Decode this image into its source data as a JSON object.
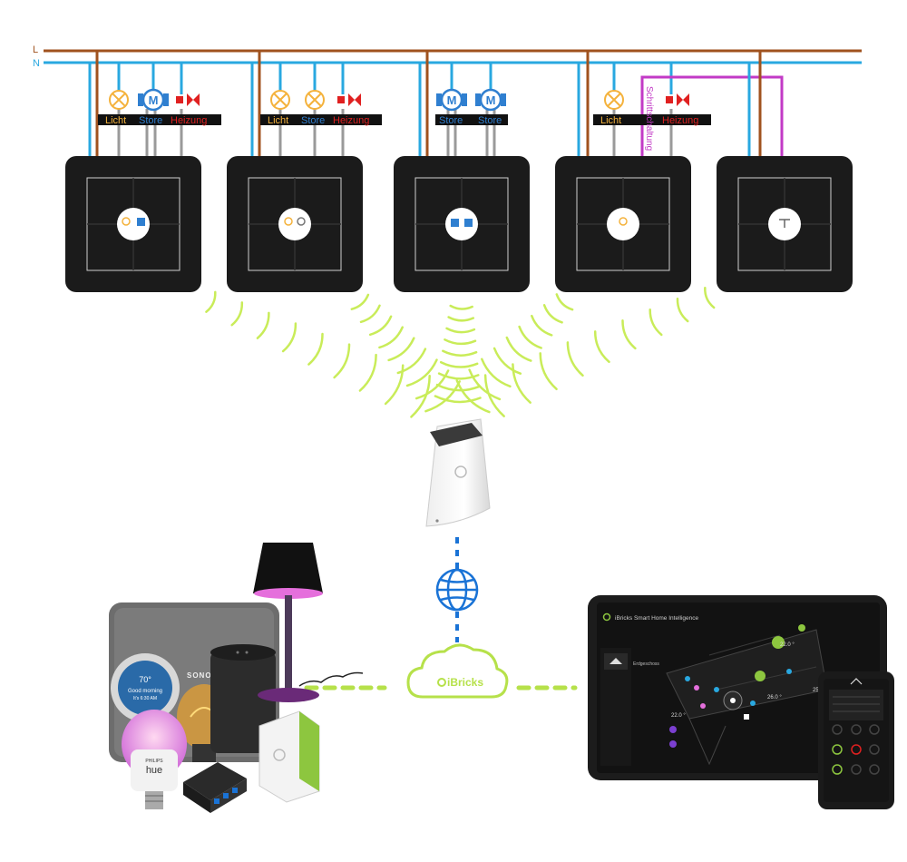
{
  "wires": {
    "line_label": "L",
    "neutral_label": "N",
    "line_color": "#a0521e",
    "neutral_color": "#29a8e0",
    "signal_color": "#c23ac6",
    "load_wire_color": "#9a9a9a"
  },
  "loads": {
    "light": "Licht",
    "blind": "Store",
    "heating": "Heizung",
    "motor_symbol": "M",
    "staircase_switch": "Schrittschaltung"
  },
  "colors": {
    "light_label": "#f4b23c",
    "blind_label": "#2f7fd0",
    "heating_label": "#e02020",
    "radio_waves": "#c9ec59",
    "cloud": "#b6e14a",
    "dashed_blue": "#1a73d6",
    "switch_body": "#1b1b1b"
  },
  "cloud": {
    "label": "iBricks"
  },
  "tablet": {
    "app_title": "iBricks Smart Home Intelligence",
    "nav_item": "Erdgeschoss",
    "temp_1": "22.0 °",
    "temp_2": "22.0 °",
    "temp_3": "26.0 °",
    "temp_4": "25"
  },
  "devices": {
    "echo_show_temp": "70°",
    "echo_show_greeting": "Good morning",
    "echo_show_time": "It's 6:30 AM",
    "sonos_label": "SONOS",
    "hue_brand": "PHILIPS",
    "hue_label": "hue"
  }
}
